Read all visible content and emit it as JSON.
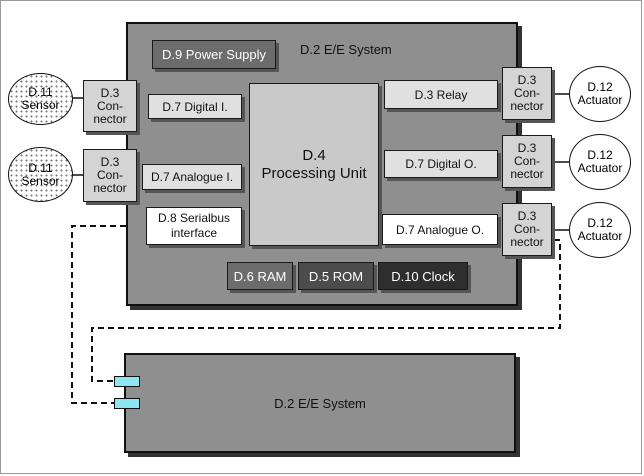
{
  "system_top": {
    "label": "D.2 E/E System"
  },
  "system_bottom": {
    "label": "D.2 E/E System"
  },
  "power_supply": "D.9 Power Supply",
  "processing_unit": {
    "line1": "D.4",
    "line2": "Processing Unit"
  },
  "sensors": [
    {
      "line1": "D.11",
      "line2": "Sensor"
    },
    {
      "line1": "D.11",
      "line2": "Sensor"
    }
  ],
  "left_connectors": [
    {
      "line1": "D.3",
      "line2": "Con-",
      "line3": "nector"
    },
    {
      "line1": "D.3",
      "line2": "Con-",
      "line3": "nector"
    }
  ],
  "inputs": {
    "digital": "D.7 Digital I.",
    "analogue": "D.7 Analogue I.",
    "serialbus_line1": "D.8 Serialbus",
    "serialbus_line2": "interface"
  },
  "outputs": {
    "relay": "D.3 Relay",
    "digital": "D.7 Digital O.",
    "analogue": "D.7 Analogue O."
  },
  "right_connectors": [
    {
      "line1": "D.3",
      "line2": "Con-",
      "line3": "nector"
    },
    {
      "line1": "D.3",
      "line2": "Con-",
      "line3": "nector"
    },
    {
      "line1": "D.3",
      "line2": "Con-",
      "line3": "nector"
    }
  ],
  "actuators": [
    {
      "line1": "D.12",
      "line2": "Actuator"
    },
    {
      "line1": "D.12",
      "line2": "Actuator"
    },
    {
      "line1": "D.12",
      "line2": "Actuator"
    }
  ],
  "memory": {
    "ram": "D.6 RAM",
    "rom": "D.5 ROM",
    "clock": "D.10 Clock"
  },
  "colors": {
    "system_fill": "#8f8f8f",
    "bus_connector": "#8fe6f0",
    "connector_fill": "#d4d4d4"
  }
}
